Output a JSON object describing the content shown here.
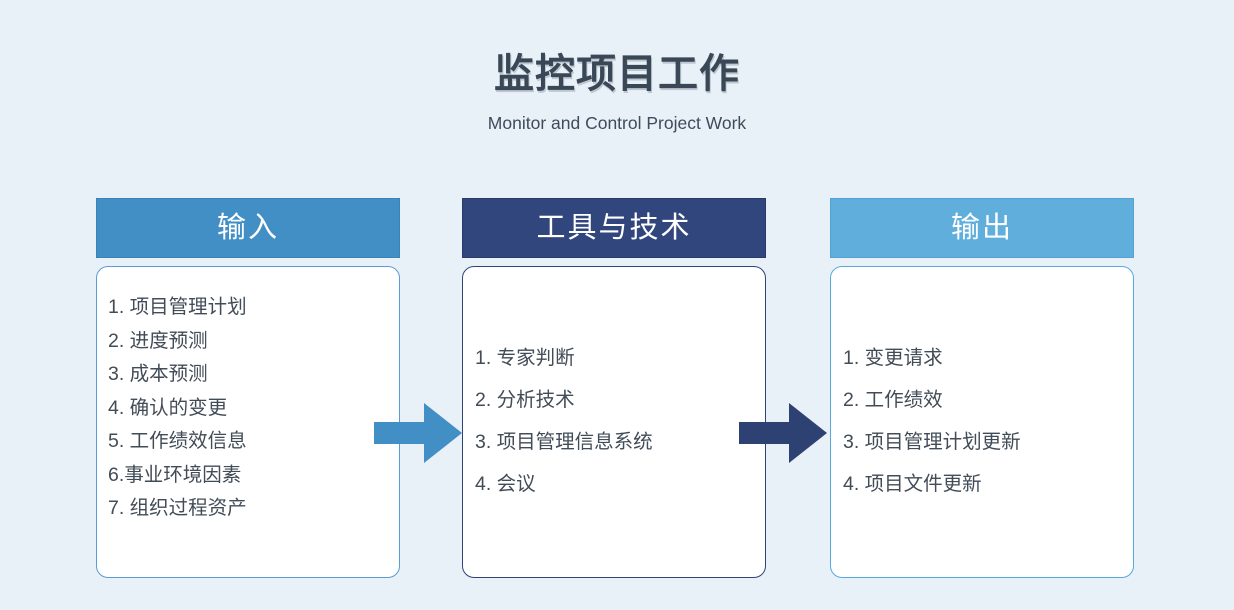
{
  "page": {
    "title": "监控项目工作",
    "subtitle": "Monitor and Control Project Work"
  },
  "columns": [
    {
      "id": "input",
      "header": "输入",
      "items": [
        "1. 项目管理计划",
        "2. 进度预测",
        "3. 成本预测",
        "4. 确认的变更",
        "5. 工作绩效信息",
        "6.事业环境因素",
        "7. 组织过程资产"
      ]
    },
    {
      "id": "tools",
      "header": "工具与技术",
      "items": [
        "1. 专家判断",
        "2. 分析技术",
        "3. 项目管理信息系统",
        "4. 会议"
      ]
    },
    {
      "id": "output",
      "header": "输出",
      "items": [
        "1. 变更请求",
        "2. 工作绩效",
        "3. 项目管理计划更新",
        "4. 项目文件更新"
      ]
    }
  ],
  "icons": {
    "arrow_input_to_tools": "arrow-right-icon",
    "arrow_tools_to_output": "arrow-right-icon"
  },
  "colors": {
    "background": "#E9F1F8",
    "title-text": "#3A4756",
    "subtitle-text": "#3E4B59",
    "item-text": "#424C57",
    "input-header-bg": "#428FC6",
    "input-header-border": "#3A81B8",
    "input-box-border": "#5B9BD5",
    "tools-header-bg": "#32467E",
    "tools-header-border": "#293A6B",
    "tools-box-border": "#2F4377",
    "output-header-bg": "#60AEDB",
    "output-header-border": "#54A2D1",
    "output-box-border": "#55AADB",
    "arrow-input": "#428FC6",
    "arrow-tools": "#2E4173"
  }
}
